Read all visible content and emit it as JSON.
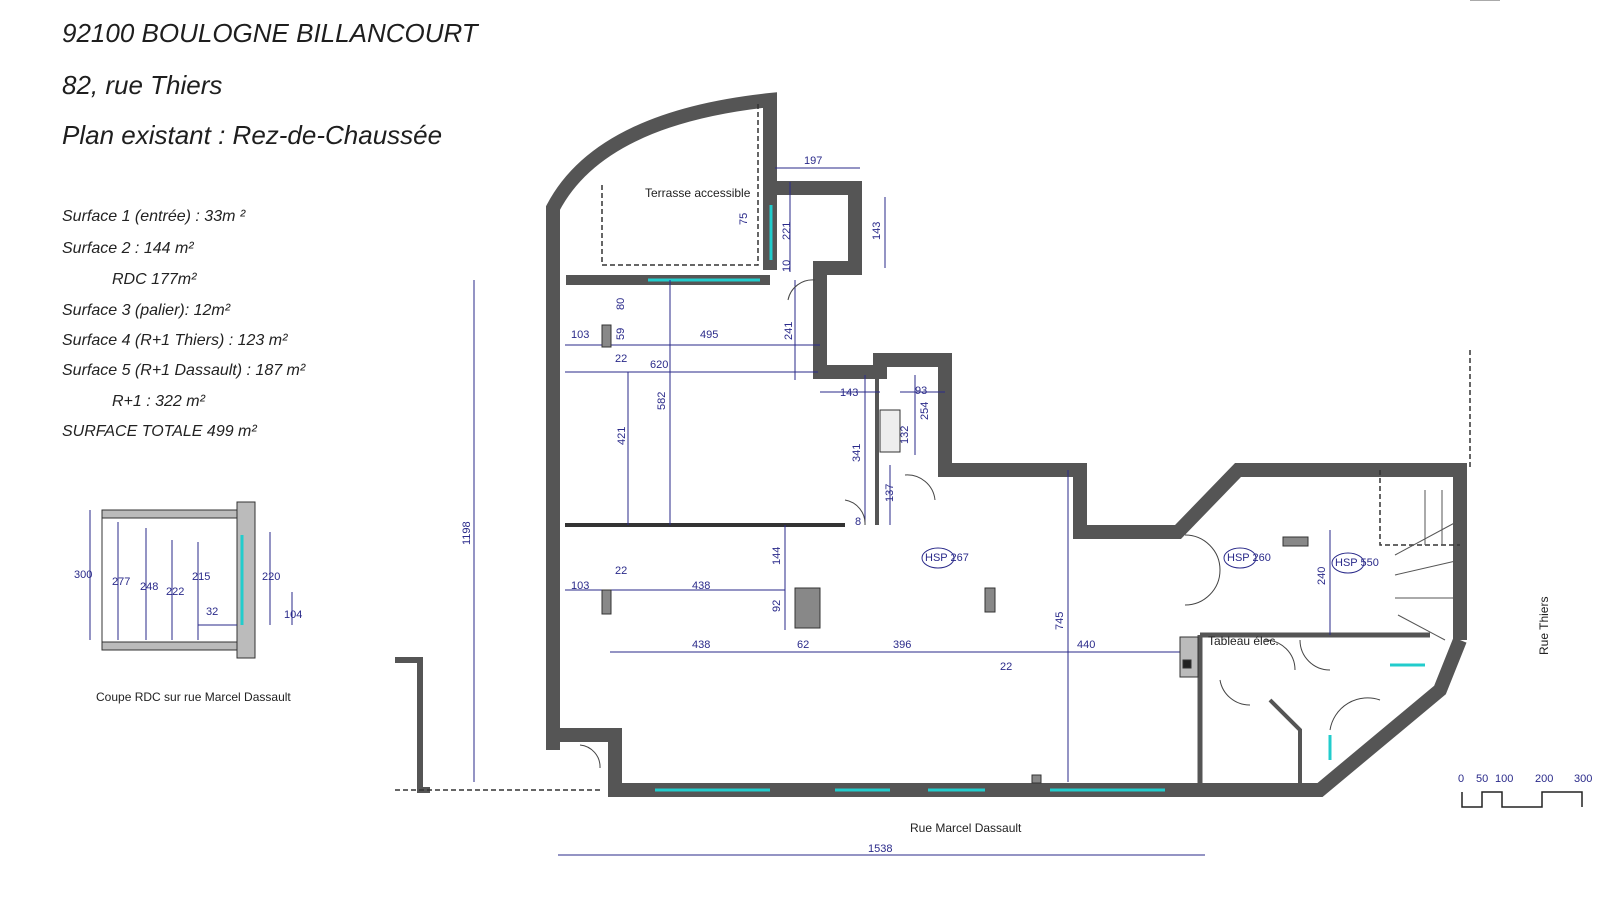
{
  "header": {
    "city": "92100 BOULOGNE BILLANCOURT",
    "street": "82, rue Thiers",
    "plan_title": "Plan existant : Rez-de-Chaussée"
  },
  "surfaces": [
    "Surface 1 (entrée) : 33m ²",
    "Surface 2 : 144 m²",
    "RDC 177m²",
    "Surface 3 (palier): 12m²",
    "Surface 4 (R+1 Thiers) : 123 m²",
    "Surface 5 (R+1 Dassault) : 187 m²",
    "R+1 : 322 m²",
    "SURFACE TOTALE 499 m²"
  ],
  "section": {
    "caption": "Coupe RDC sur rue Marcel Dassault",
    "dims": [
      "300",
      "277",
      "248",
      "222",
      "215",
      "220",
      "32",
      "104"
    ]
  },
  "plan": {
    "terrace_label": "Terrasse accessible",
    "street_bottom": "Rue Marcel Dassault",
    "street_right": "Rue Thiers",
    "total_width": "1538",
    "height_dim": "1198",
    "dims": {
      "d197": "197",
      "d143_top": "143",
      "d75": "75",
      "d221": "221",
      "d10": "10",
      "d80": "80",
      "d59": "59",
      "d241": "241",
      "d103_a": "103",
      "d495": "495",
      "d22_a": "22",
      "d620": "620",
      "d143_b": "143",
      "d93": "93",
      "d254": "254",
      "d582": "582",
      "d421": "421",
      "d341": "341",
      "d132": "132",
      "d137": "137",
      "d8": "8",
      "d144": "144",
      "d22_b": "22",
      "d103_b": "103",
      "d438_a": "438",
      "d92": "92",
      "d438_b": "438",
      "d62": "62",
      "d396": "396",
      "d22_c": "22",
      "d440": "440",
      "d745": "745",
      "d240": "240"
    },
    "room_tags": [
      "HSP 267",
      "HSP 260",
      "HSP 550"
    ],
    "small_tag": "Tableau élec."
  },
  "scale": {
    "ticks": [
      "0",
      "50",
      "100",
      "200",
      "300"
    ]
  }
}
